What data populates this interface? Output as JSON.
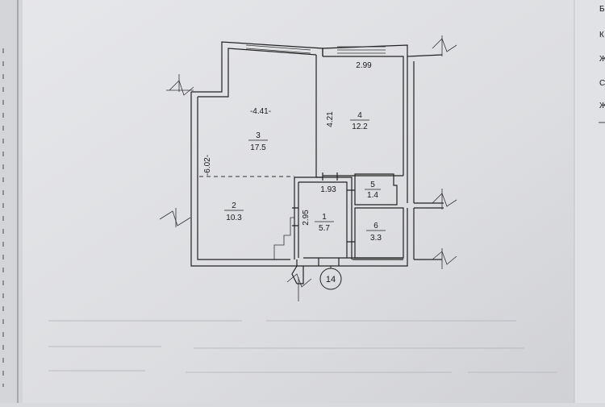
{
  "plan_number": "14",
  "rooms": [
    {
      "number": "3",
      "area": "17.5"
    },
    {
      "number": "4",
      "area": "12.2"
    },
    {
      "number": "2",
      "area": "10.3"
    },
    {
      "number": "1",
      "area": "5.7"
    },
    {
      "number": "5",
      "area": "1.4"
    },
    {
      "number": "6",
      "area": "3.3"
    }
  ],
  "dimensions": {
    "room3_width": "-4.41-",
    "room3_length": "-6.02-",
    "room4_width": "2.99",
    "room4_length": "4.21",
    "hall_width": "1.93",
    "hall_length": "2.95"
  },
  "margin_letters": [
    "Б",
    "К",
    "Ж",
    "С",
    "Ж"
  ]
}
